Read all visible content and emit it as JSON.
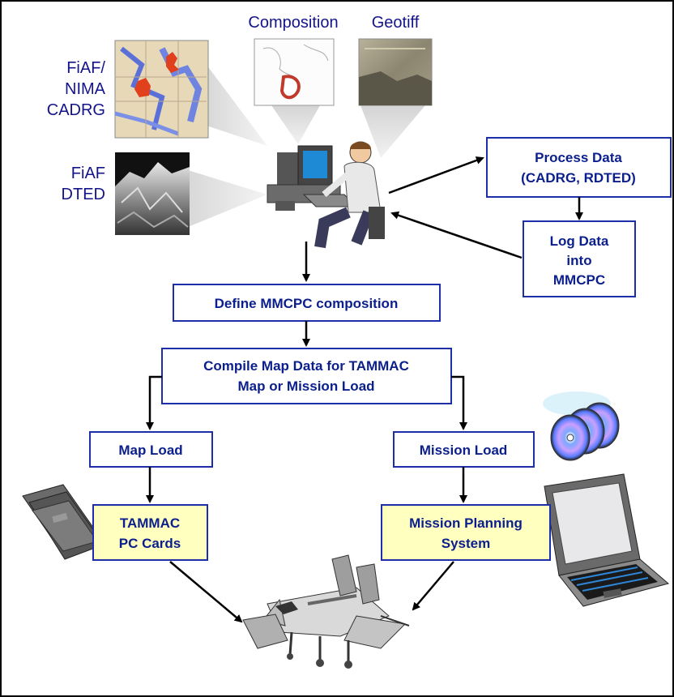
{
  "source_labels": {
    "cadrg": [
      "FiAF/",
      "NIMA",
      "CADRG"
    ],
    "dted": [
      "FiAF",
      "DTED"
    ],
    "composition": "Composition",
    "geotiff": "Geotiff"
  },
  "boxes": {
    "process_data": [
      "Process Data",
      "(CADRG, RDTED)"
    ],
    "log_data": [
      "Log Data",
      "into",
      "MMCPC"
    ],
    "define_composition": [
      "Define MMCPC composition"
    ],
    "compile_map_data": [
      "Compile Map Data for TAMMAC",
      "Map or Mission Load"
    ],
    "map_load": [
      "Map Load"
    ],
    "mission_load": [
      "Mission Load"
    ],
    "tammac_pc_cards": [
      "TAMMAC",
      "PC Cards"
    ],
    "mission_planning": [
      "Mission Planning",
      "System"
    ]
  },
  "colors": {
    "box_border": "#1d2fa8",
    "box_text": "#0b1f8c",
    "highlight_fill": "#ffffc0",
    "label_text": "#1a1a8c",
    "arrow": "#000000"
  }
}
